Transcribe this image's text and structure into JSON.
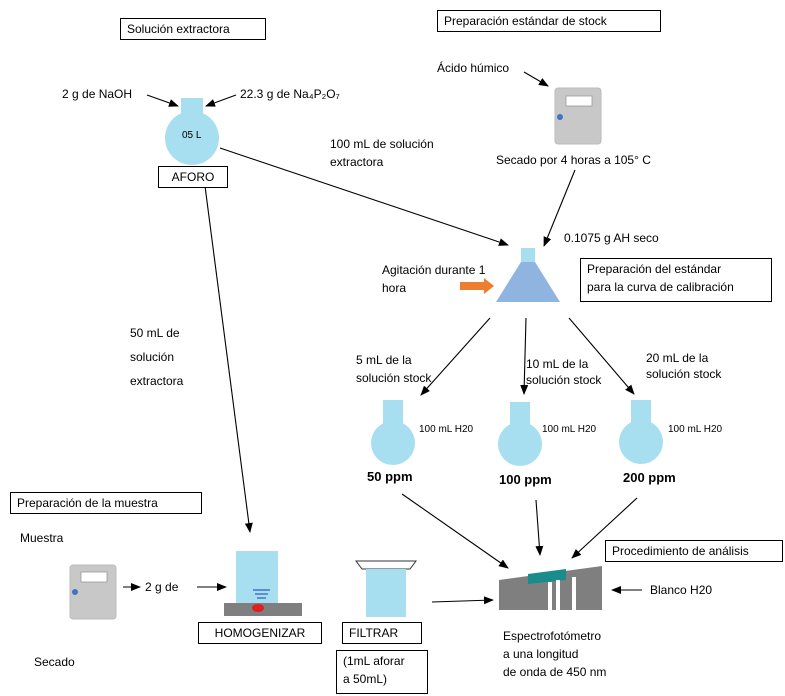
{
  "colors": {
    "flask": "#a8dff0",
    "device": "#c8c8c8",
    "arrow": "#000000",
    "agitation_arrow": "#ed7d31",
    "spectro": "#7f7f7f",
    "spectro_accent": "#1a8c8c",
    "red_dot": "#e02020",
    "screen_blue": "#4472c4"
  },
  "boxes": {
    "solucion_extractora": "Solución extractora",
    "preparacion_stock": "Preparación estándar  de stock",
    "aforo": "AFORO",
    "preparacion_estandar_1": "Preparación del estándar",
    "preparacion_estandar_2": "para la curva de calibración",
    "preparacion_muestra": "Preparación de la muestra",
    "homogenizar": "HOMOGENIZAR",
    "filtrar": "FILTRAR",
    "aforar_1": "(1mL aforar",
    "aforar_2": "a 50mL)",
    "procedimiento": "Procedimiento de análisis"
  },
  "labels": {
    "naoh": "2 g de NaOH",
    "na4p2o7": "22.3 g de Na₄P₂O₇",
    "flask_volume": "05 L",
    "acido_humico": "Ácido húmico",
    "secado_105": "Secado por 4 horas a 105° C",
    "solucion_100_1": "100 mL de solución",
    "solucion_100_2": "extractora",
    "ah_seco": "0.1075 g AH seco",
    "agitacion_1": "Agitación durante 1",
    "agitacion_2": "hora",
    "sol_50_1": "50 mL de",
    "sol_50_2": "solución",
    "sol_50_3": "extractora",
    "ml5_1": "5 mL de la",
    "ml5_2": "solución stock",
    "ml10_1": "10 mL de la",
    "ml10_2": "solución stock",
    "ml20_1": "20 mL de la",
    "ml20_2": "solución stock",
    "h2o_1": "100 mL H20",
    "h2o_2": "100 mL H20",
    "h2o_3": "100 mL H20",
    "ppm50": "50 ppm",
    "ppm100": "100 ppm",
    "ppm200": "200 ppm",
    "muestra": "Muestra",
    "dos_g_de": "2 g de",
    "secado": "Secado",
    "blanco": "Blanco H20",
    "espectro_1": "Espectrofotómetro",
    "espectro_2": "a una longitud",
    "espectro_3": "de onda de 450 nm"
  },
  "icons": [
    "round-bottom-flask-icon",
    "drying-oven-icon",
    "erlenmeyer-flask-icon",
    "beaker-icon",
    "spectrophotometer-icon",
    "arrow-icon"
  ]
}
